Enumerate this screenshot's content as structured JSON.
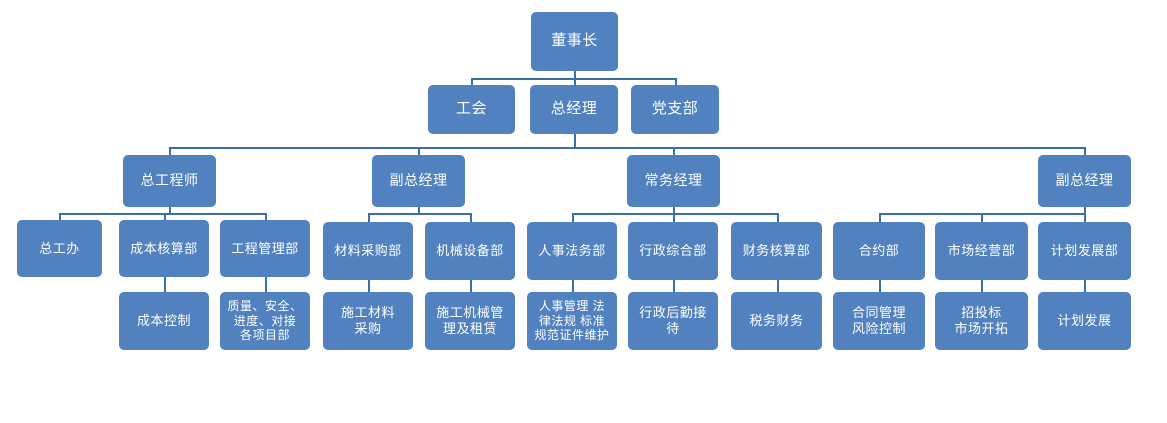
{
  "chart_data": {
    "type": "diagram",
    "title": "",
    "orientation": "top-down",
    "accent_color": "#5182BF",
    "connector_color": "#3A6FA8",
    "text_color": "#FFFFFF",
    "background": "#FFFFFF"
  },
  "nodes": {
    "chairman": "董事长",
    "union": "工会",
    "general_manager": "总经理",
    "party_branch": "党支部",
    "chief_engineer": "总工程师",
    "deputy_gm_left": "副总经理",
    "executive_manager": "常务经理",
    "deputy_gm_right": "副总经理",
    "chief_eng_office": "总工办",
    "cost_accounting_dept": "成本核算部",
    "engineering_mgmt_dept": "工程管理部",
    "cost_control": "成本控制",
    "quality_safety_progress": "质量、安全、\n进度、对接\n各项目部",
    "material_purchasing_dept": "材料采购部",
    "machinery_equipment_dept": "机械设备部",
    "construction_material_purchase": "施工材料\n采购",
    "construction_machinery_mgmt": "施工机械管\n理及租赁",
    "hr_legal_dept": "人事法务部",
    "admin_general_dept": "行政综合部",
    "finance_accounting_dept": "财务核算部",
    "hr_legal_duties": "人事管理 法\n律法规 标准\n规范证件维护",
    "admin_logistics_reception": "行政后勤接\n待",
    "tax_finance": "税务财务",
    "contract_dept": "合约部",
    "market_operation_dept": "市场经营部",
    "plan_development_dept": "计划发展部",
    "contract_mgmt_risk_control": "合同管理\n风险控制",
    "bidding_market_expansion": "招投标\n市场开拓",
    "plan_development": "计划发展"
  }
}
